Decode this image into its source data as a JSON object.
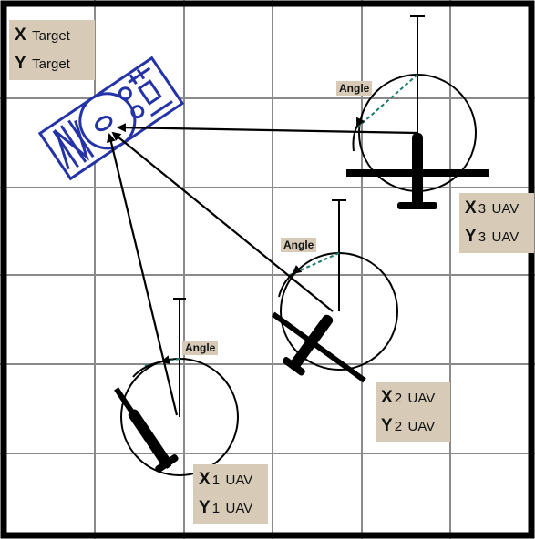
{
  "target_label": {
    "x_letter": "X",
    "x_word": "Target",
    "y_letter": "Y",
    "y_word": "Target"
  },
  "uavs": [
    {
      "x_letter": "X",
      "x_sub": "1",
      "x_word": "UAV",
      "y_letter": "Y",
      "y_sub": "1",
      "y_word": "UAV",
      "angle_label": "Angle"
    },
    {
      "x_letter": "X",
      "x_sub": "2",
      "x_word": "UAV",
      "y_letter": "Y",
      "y_sub": "2",
      "y_word": "UAV",
      "angle_label": "Angle"
    },
    {
      "x_letter": "X",
      "x_sub": "3",
      "x_word": "UAV",
      "y_letter": "Y",
      "y_sub": "3",
      "y_word": "UAV",
      "angle_label": "Angle"
    }
  ],
  "colors": {
    "grid": "#8a8a8a",
    "frame": "#000000",
    "target": "#2433a8",
    "label_bg": "#d7cbb8",
    "angle_dash": "#1a7a6a"
  }
}
